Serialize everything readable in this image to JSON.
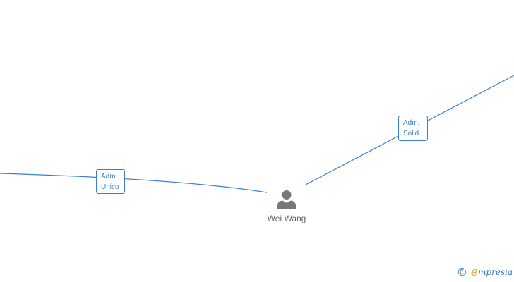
{
  "diagram": {
    "person": {
      "name": "Wei Wang",
      "icon": "person-icon"
    },
    "relations": [
      {
        "role_line1": "Adm.",
        "role_line2": "Unico"
      },
      {
        "role_line1": "Adm.",
        "role_line2": "Solid."
      }
    ],
    "colors": {
      "edge": "#3a7fd5",
      "label_text": "#3a7fd5",
      "person_icon": "#777777",
      "name_text": "#666666",
      "brand_blue": "#2a6fb8",
      "brand_orange": "#f0a020"
    }
  },
  "branding": {
    "copyright_symbol": "©",
    "logo_initial": "e",
    "logo_rest": "mpresia"
  }
}
